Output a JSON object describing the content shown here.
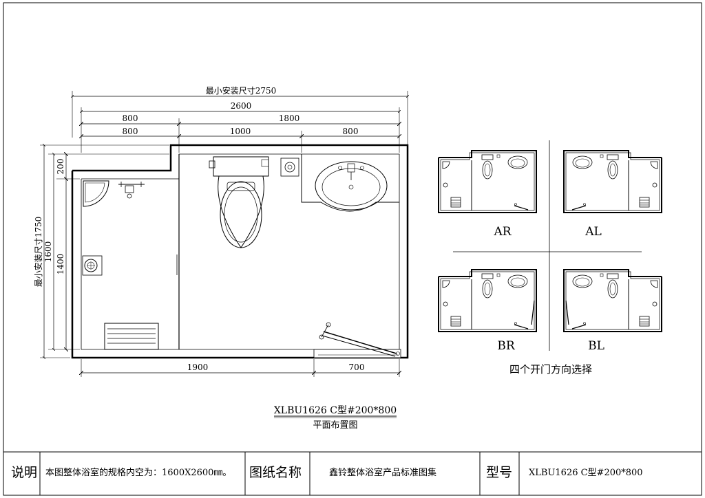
{
  "drawing": {
    "dimensions": {
      "min_install_width": "最小安装尺寸2750",
      "overall_width": "2600",
      "top_left_800": "800",
      "top_right_1800": "1800",
      "row3_left_800": "800",
      "row3_mid_1000": "1000",
      "row3_right_800": "800",
      "min_install_depth": "最小安装尺寸1750",
      "depth_1600": "1600",
      "depth_200": "200",
      "depth_1400": "1400",
      "bottom_1900": "1900",
      "bottom_700": "700"
    },
    "model_title": "XLBU1626 C型#200*800",
    "subtitle": "平面布置图"
  },
  "variants": {
    "labels": [
      "AR",
      "AL",
      "BR",
      "BL"
    ],
    "caption": "四个开门方向选择"
  },
  "title_block": {
    "note_label": "说明",
    "note_text": "本图整体浴室的规格内空为：1600X2600㎜。",
    "drawing_name_label": "图纸名称",
    "drawing_name": "鑫铃整体浴室产品标准图集",
    "model_label": "型号",
    "model_value": "XLBU1626 C型#200*800"
  }
}
